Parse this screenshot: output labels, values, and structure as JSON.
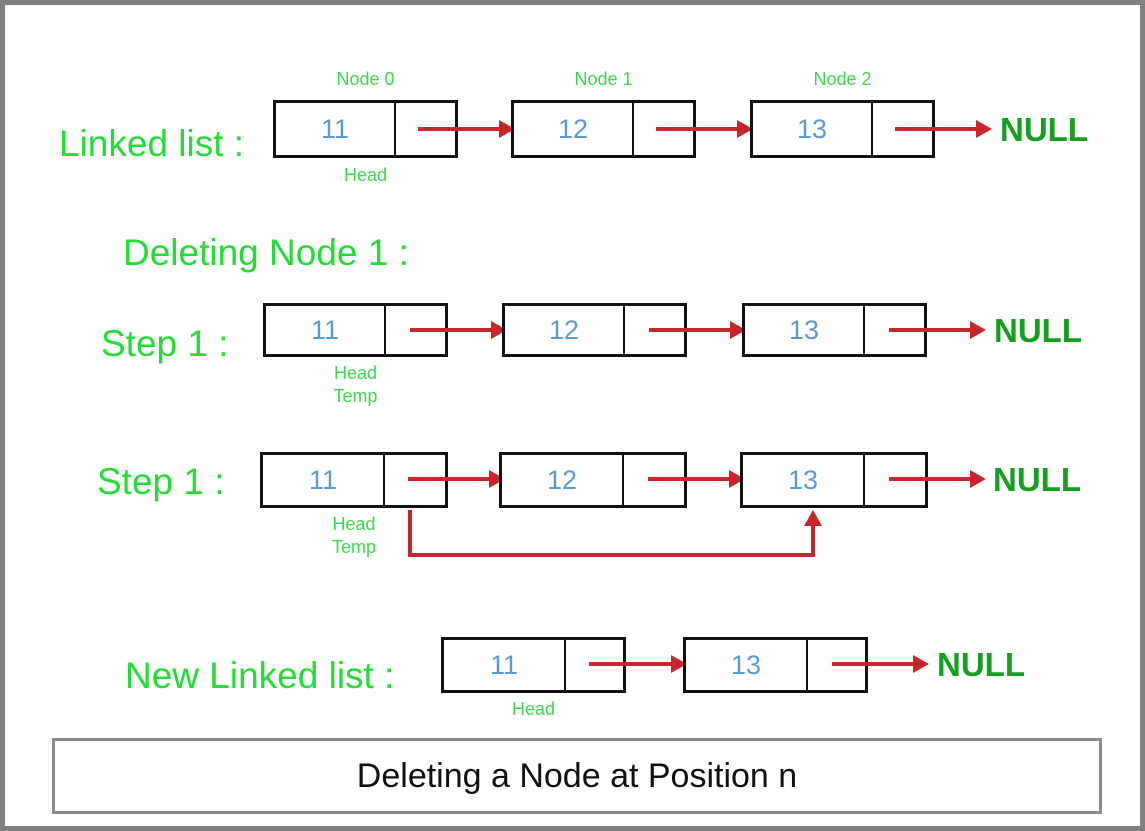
{
  "figure": {
    "caption": "Deleting a Node at Position n",
    "colors": {
      "label_green": "#22dd33",
      "caption_green": "#3ad94b",
      "null_green": "#14a01e",
      "value_blue": "#5b9bd5",
      "arrow_red": "#c8252c",
      "box_border": "#111111",
      "frame_gray": "#808080"
    }
  },
  "rows": [
    {
      "id": "linked-list",
      "label": "Linked list :",
      "terminator": "NULL",
      "nodes": [
        {
          "value": "11",
          "top_caption": "Node 0",
          "bottom_caption": "Head"
        },
        {
          "value": "12",
          "top_caption": "Node 1",
          "bottom_caption": ""
        },
        {
          "value": "13",
          "top_caption": "Node 2",
          "bottom_caption": ""
        }
      ]
    },
    {
      "id": "step-1-a",
      "label": "Step 1 :",
      "terminator": "NULL",
      "nodes": [
        {
          "value": "11",
          "top_caption": "",
          "bottom_caption": "Head\nTemp"
        },
        {
          "value": "12",
          "top_caption": "",
          "bottom_caption": ""
        },
        {
          "value": "13",
          "top_caption": "",
          "bottom_caption": ""
        }
      ]
    },
    {
      "id": "step-1-b",
      "label": "Step 1 :",
      "terminator": "NULL",
      "nodes": [
        {
          "value": "11",
          "top_caption": "",
          "bottom_caption": "Head\nTemp"
        },
        {
          "value": "12",
          "top_caption": "",
          "bottom_caption": ""
        },
        {
          "value": "13",
          "top_caption": "",
          "bottom_caption": ""
        }
      ]
    },
    {
      "id": "new-linked-list",
      "label": "New Linked list :",
      "terminator": "NULL",
      "nodes": [
        {
          "value": "11",
          "top_caption": "",
          "bottom_caption": "Head"
        },
        {
          "value": "13",
          "top_caption": "",
          "bottom_caption": ""
        }
      ]
    }
  ],
  "headings": {
    "deleting_node": "Deleting Node 1 :"
  },
  "labels": {
    "head": "Head",
    "temp": "Temp"
  }
}
